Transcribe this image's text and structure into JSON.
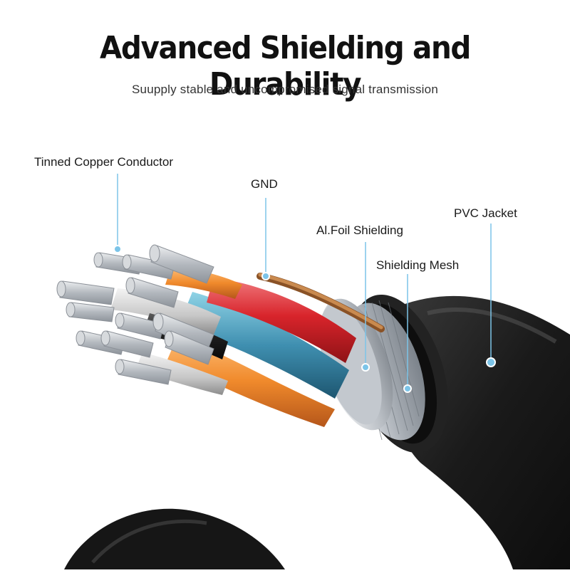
{
  "header": {
    "title": "Advanced Shielding and Durability",
    "subtitle": "Suupply stable and uncompromised signal transmission"
  },
  "callouts": [
    {
      "label": "Tinned Copper Conductor"
    },
    {
      "label": "GND"
    },
    {
      "label": "Al.Foil Shielding"
    },
    {
      "label": "Shielding Mesh"
    },
    {
      "label": "PVC Jacket"
    }
  ],
  "colors": {
    "jacket": "#1c1c1c",
    "accent_line": "#7cc4e8",
    "red_insulation": "#d8242b",
    "orange_insulation": "#f08a2c",
    "blue_insulation": "#3f8fb0",
    "copper": "#b8743c",
    "tinned_wire": "#c9ccd1"
  }
}
